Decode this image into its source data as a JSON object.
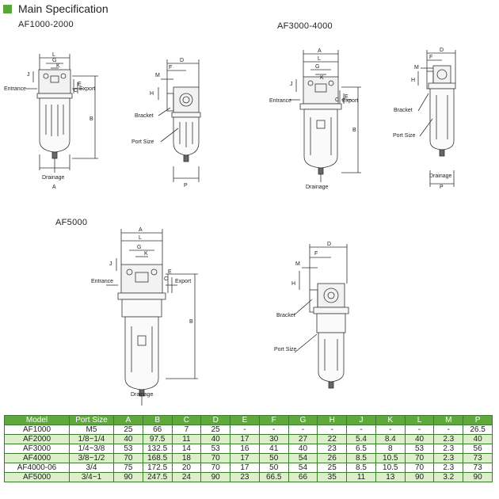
{
  "header": {
    "title": "Main Specification",
    "marker_color": "#5aa63a"
  },
  "sections": {
    "af1000": "AF1000-2000",
    "af3000": "AF3000-4000",
    "af5000": "AF5000"
  },
  "diagram_labels": {
    "entrance": "Entrance",
    "export": "Export",
    "drainage": "Drainage",
    "bracket": "Bracket",
    "port_size": "Port Size",
    "dim_a": "A",
    "dim_b": "B",
    "dim_c": "C",
    "dim_d": "D",
    "dim_e": "E",
    "dim_f": "F",
    "dim_g": "G",
    "dim_h": "H",
    "dim_j": "J",
    "dim_k": "K",
    "dim_l": "L",
    "dim_m": "M",
    "dim_p": "P"
  },
  "table": {
    "header_color": "#5fa83b",
    "alt_row_color": "#dcefc9",
    "columns": [
      "Model",
      "Port Size",
      "A",
      "B",
      "C",
      "D",
      "E",
      "F",
      "G",
      "H",
      "J",
      "K",
      "L",
      "M",
      "P"
    ],
    "rows": [
      [
        "AF1000",
        "M5",
        "25",
        "66",
        "7",
        "25",
        "-",
        "-",
        "-",
        "-",
        "-",
        "-",
        "-",
        "-",
        "26.5"
      ],
      [
        "AF2000",
        "1/8~1/4",
        "40",
        "97.5",
        "11",
        "40",
        "17",
        "30",
        "27",
        "22",
        "5.4",
        "8.4",
        "40",
        "2.3",
        "40"
      ],
      [
        "AF3000",
        "1/4~3/8",
        "53",
        "132.5",
        "14",
        "53",
        "16",
        "41",
        "40",
        "23",
        "6.5",
        "8",
        "53",
        "2.3",
        "56"
      ],
      [
        "AF4000",
        "3/8~1/2",
        "70",
        "168.5",
        "18",
        "70",
        "17",
        "50",
        "54",
        "26",
        "8.5",
        "10.5",
        "70",
        "2.3",
        "73"
      ],
      [
        "AF4000-06",
        "3/4",
        "75",
        "172.5",
        "20",
        "70",
        "17",
        "50",
        "54",
        "25",
        "8.5",
        "10.5",
        "70",
        "2.3",
        "73"
      ],
      [
        "AF5000",
        "3/4~1",
        "90",
        "247.5",
        "24",
        "90",
        "23",
        "66.5",
        "66",
        "35",
        "11",
        "13",
        "90",
        "3.2",
        "90"
      ]
    ]
  }
}
